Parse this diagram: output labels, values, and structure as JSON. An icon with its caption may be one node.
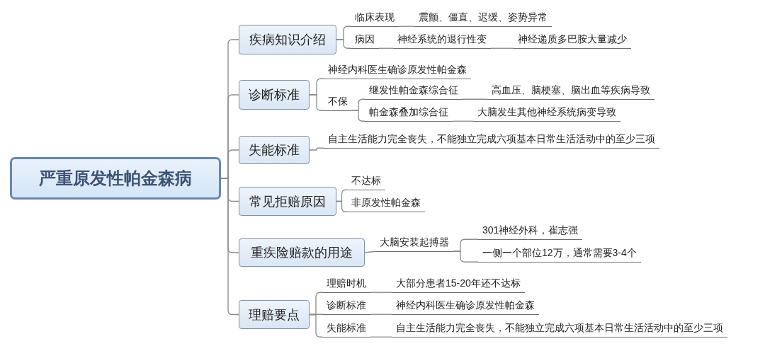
{
  "diagram": {
    "nodes": [
      {
        "text": [
          "严重原发性帕金森病"
        ]
      },
      {
        "text": [
          "疾病知识介绍"
        ]
      },
      {
        "text": [
          "临床表现"
        ]
      },
      {
        "text": [
          "震颤、僵直、迟缓、姿势异常"
        ]
      },
      {
        "text": [
          "病因"
        ]
      },
      {
        "text": [
          "神经系统的退行性变"
        ]
      },
      {
        "text": [
          "神经递质多巴胺大量减少"
        ]
      },
      {
        "text": [
          "诊断标准"
        ]
      },
      {
        "text": [
          "神经内科医生确诊原发性帕金森"
        ]
      },
      {
        "text": [
          "不保"
        ]
      },
      {
        "text": [
          "继发性帕金森综合征"
        ]
      },
      {
        "text": [
          "高血压、脑梗塞、脑出血等疾病导致"
        ]
      },
      {
        "text": [
          "帕金森叠加综合征"
        ]
      },
      {
        "text": [
          "大脑发生其他神经系统病变导致"
        ]
      },
      {
        "text": [
          "失能标准"
        ]
      },
      {
        "text": [
          "自主生活能力完全丧失，不能独立完成六项基本日常生活活动中的至少三项"
        ]
      },
      {
        "text": [
          "常见拒赔原因"
        ]
      },
      {
        "text": [
          "不达标"
        ]
      },
      {
        "text": [
          "非原发性帕金森"
        ]
      },
      {
        "text": [
          "重疾险赔款的用途"
        ]
      },
      {
        "text": [
          "大脑安装起搏器"
        ]
      },
      {
        "text": [
          "301神经外科，崔志强"
        ]
      },
      {
        "text": [
          "一侧一个部位12万，通常需要3-4个"
        ]
      },
      {
        "text": [
          "理赔要点"
        ]
      },
      {
        "text": [
          "理赔时机"
        ]
      },
      {
        "text": [
          "大部分患者15-20年还不达标"
        ]
      },
      {
        "text": [
          "诊断标准"
        ]
      },
      {
        "text": [
          "神经内科医生确诊原发性帕金森"
        ]
      },
      {
        "text": [
          "失能标准"
        ]
      },
      {
        "text": [
          "自主生活能力完全丧失，不能独立完成六项基本日常生活活动中的至少三项"
        ]
      }
    ],
    "edges": [
      {
        "from": 0,
        "to": 1,
        "arrow": "none"
      },
      {
        "from": 0,
        "to": 7,
        "arrow": "none"
      },
      {
        "from": 0,
        "to": 14,
        "arrow": "none"
      },
      {
        "from": 0,
        "to": 16,
        "arrow": "none"
      },
      {
        "from": 0,
        "to": 19,
        "arrow": "none"
      },
      {
        "from": 0,
        "to": 23,
        "arrow": "none"
      },
      {
        "from": 1,
        "to": 2,
        "arrow": "none"
      },
      {
        "from": 2,
        "to": 3,
        "arrow": "none"
      },
      {
        "from": 1,
        "to": 4,
        "arrow": "none"
      },
      {
        "from": 4,
        "to": 5,
        "arrow": "none"
      },
      {
        "from": 5,
        "to": 6,
        "arrow": "none"
      },
      {
        "from": 7,
        "to": 8,
        "arrow": "none"
      },
      {
        "from": 7,
        "to": 9,
        "arrow": "none"
      },
      {
        "from": 9,
        "to": 10,
        "arrow": "none"
      },
      {
        "from": 10,
        "to": 11,
        "arrow": "none"
      },
      {
        "from": 9,
        "to": 12,
        "arrow": "none"
      },
      {
        "from": 12,
        "to": 13,
        "arrow": "none"
      },
      {
        "from": 14,
        "to": 15,
        "arrow": "none"
      },
      {
        "from": 16,
        "to": 17,
        "arrow": "none"
      },
      {
        "from": 16,
        "to": 18,
        "arrow": "none"
      },
      {
        "from": 19,
        "to": 20,
        "arrow": "none"
      },
      {
        "from": 20,
        "to": 21,
        "arrow": "none"
      },
      {
        "from": 20,
        "to": 22,
        "arrow": "none"
      },
      {
        "from": 23,
        "to": 24,
        "arrow": "none"
      },
      {
        "from": 24,
        "to": 25,
        "arrow": "none"
      },
      {
        "from": 23,
        "to": 26,
        "arrow": "none"
      },
      {
        "from": 26,
        "to": 27,
        "arrow": "none"
      },
      {
        "from": 23,
        "to": 28,
        "arrow": "none"
      },
      {
        "from": 28,
        "to": 29,
        "arrow": "none"
      }
    ]
  }
}
